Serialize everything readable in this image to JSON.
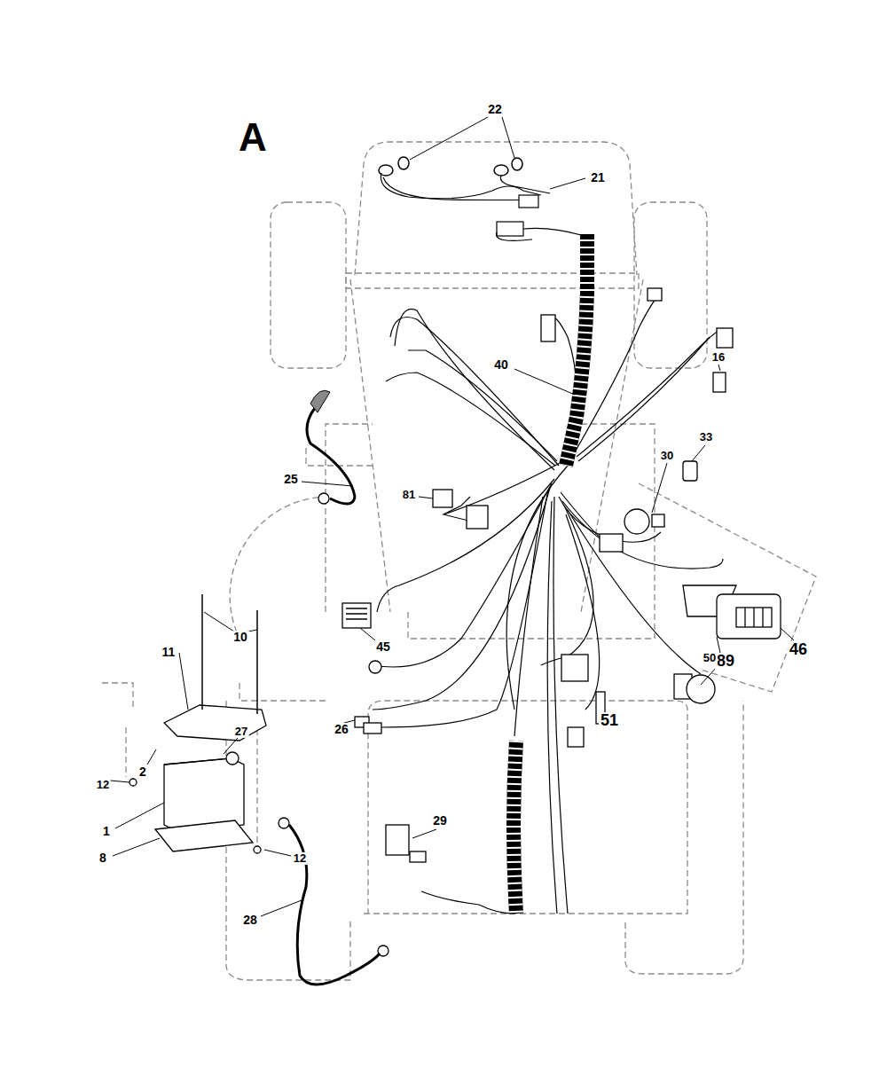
{
  "diagram": {
    "title": "A",
    "labels": [
      "22",
      "21",
      "40",
      "16",
      "33",
      "30",
      "81",
      "25",
      "10",
      "11",
      "45",
      "46",
      "89",
      "50",
      "26",
      "51",
      "27",
      "2",
      "12",
      "1",
      "8",
      "12",
      "29",
      "28"
    ]
  }
}
